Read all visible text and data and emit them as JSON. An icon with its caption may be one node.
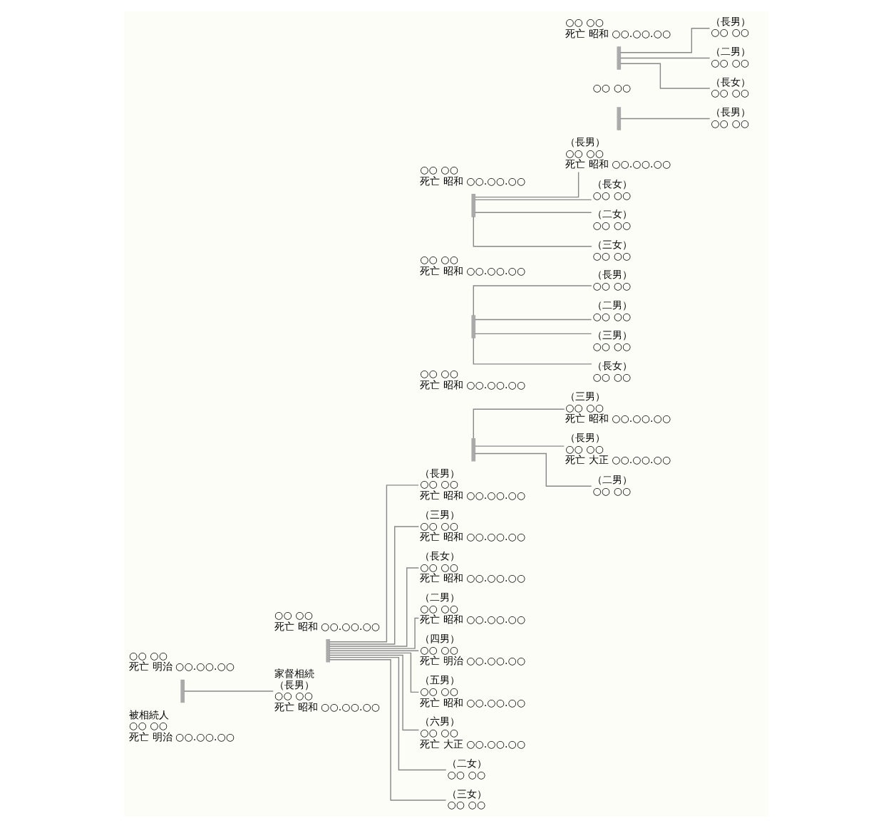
{
  "diagram": {
    "nodes": [
      {
        "text": [
          "被相続人",
          "○○ ○○",
          "死亡 明治 ○○.○○.○○"
        ]
      },
      {
        "text": [
          "○○ ○○",
          "死亡 明治 ○○.○○.○○"
        ]
      },
      {
        "text": [],
        "shape": "bar"
      },
      {
        "text": [
          "家督相続",
          "（長男）",
          "○○ ○○",
          "死亡 昭和 ○○.○○.○○"
        ]
      },
      {
        "text": [
          "○○ ○○",
          "死亡 昭和 ○○.○○.○○"
        ]
      },
      {
        "text": [],
        "shape": "bar"
      },
      {
        "text": [
          "（長男）",
          "○○ ○○",
          "死亡 昭和 ○○.○○.○○"
        ]
      },
      {
        "text": [
          "○○ ○○",
          "死亡 昭和 ○○.○○.○○"
        ]
      },
      {
        "text": [],
        "shape": "bar"
      },
      {
        "text": [
          "（二男）",
          "○○ ○○",
          "死亡 昭和 ○○.○○.○○"
        ]
      },
      {
        "text": [
          "（三男）",
          "○○ ○○",
          "死亡 昭和 ○○.○○.○○"
        ]
      },
      {
        "text": [
          "○○ ○○",
          "死亡 昭和 ○○.○○.○○"
        ]
      },
      {
        "text": [],
        "shape": "bar"
      },
      {
        "text": [
          "（四男）",
          "○○ ○○",
          "死亡 明治 ○○.○○.○○"
        ]
      },
      {
        "text": [
          "（五男）",
          "○○ ○○",
          "死亡 昭和 ○○.○○.○○"
        ]
      },
      {
        "text": [
          "（長女）",
          "○○ ○○",
          "死亡 昭和 ○○.○○.○○"
        ]
      },
      {
        "text": [
          "○○ ○○",
          "死亡 昭和 ○○.○○.○○"
        ]
      },
      {
        "text": [],
        "shape": "bar"
      },
      {
        "text": [
          "（六男）",
          "○○ ○○",
          "死亡 大正 ○○.○○.○○"
        ]
      },
      {
        "text": [
          "（二女）",
          "○○ ○○"
        ]
      },
      {
        "text": [
          "（三女）",
          "○○ ○○"
        ]
      },
      {
        "text": [
          "（長男）",
          "○○ ○○",
          "死亡 大正 ○○.○○.○○"
        ]
      },
      {
        "text": [
          "（二男）",
          "○○ ○○"
        ]
      },
      {
        "text": [
          "（三男）",
          "○○ ○○",
          "死亡 昭和 ○○.○○.○○"
        ]
      },
      {
        "text": [
          "○○ ○○"
        ]
      },
      {
        "text": [],
        "shape": "bar"
      },
      {
        "text": [
          "（長男）",
          "○○ ○○"
        ]
      },
      {
        "text": [
          "（長男）",
          "○○ ○○"
        ]
      },
      {
        "text": [
          "（二男）",
          "○○ ○○"
        ]
      },
      {
        "text": [
          "（三男）",
          "○○ ○○"
        ]
      },
      {
        "text": [
          "（長女）",
          "○○ ○○"
        ]
      },
      {
        "text": [
          "（長女）",
          "○○ ○○"
        ]
      },
      {
        "text": [
          "（長男）",
          "○○ ○○",
          "死亡 昭和 ○○.○○.○○"
        ]
      },
      {
        "text": [
          "○○ ○○",
          "死亡 昭和 ○○.○○.○○"
        ]
      },
      {
        "text": [],
        "shape": "bar"
      },
      {
        "text": [
          "（二女）",
          "○○ ○○"
        ]
      },
      {
        "text": [
          "（三女）",
          "○○ ○○"
        ]
      },
      {
        "text": [
          "（長男）",
          "○○ ○○"
        ]
      },
      {
        "text": [
          "（二男）",
          "○○ ○○"
        ]
      },
      {
        "text": [
          "（長女）",
          "○○ ○○"
        ]
      }
    ],
    "edges": [
      {
        "from": 2,
        "to": 3,
        "arrow": "none"
      },
      {
        "from": 5,
        "to": 6,
        "arrow": "none"
      },
      {
        "from": 5,
        "to": 9,
        "arrow": "none"
      },
      {
        "from": 5,
        "to": 10,
        "arrow": "none"
      },
      {
        "from": 5,
        "to": 13,
        "arrow": "none"
      },
      {
        "from": 5,
        "to": 14,
        "arrow": "none"
      },
      {
        "from": 5,
        "to": 15,
        "arrow": "none"
      },
      {
        "from": 5,
        "to": 18,
        "arrow": "none"
      },
      {
        "from": 5,
        "to": 19,
        "arrow": "none"
      },
      {
        "from": 5,
        "to": 20,
        "arrow": "none"
      },
      {
        "from": 8,
        "to": 21,
        "arrow": "none"
      },
      {
        "from": 8,
        "to": 22,
        "arrow": "none"
      },
      {
        "from": 8,
        "to": 23,
        "arrow": "none"
      },
      {
        "from": 25,
        "to": 26,
        "arrow": "none"
      },
      {
        "from": 12,
        "to": 27,
        "arrow": "none"
      },
      {
        "from": 12,
        "to": 28,
        "arrow": "none"
      },
      {
        "from": 12,
        "to": 29,
        "arrow": "none"
      },
      {
        "from": 12,
        "to": 30,
        "arrow": "none"
      },
      {
        "from": 17,
        "to": 31,
        "arrow": "none"
      },
      {
        "from": 17,
        "to": 32,
        "arrow": "none"
      },
      {
        "from": 17,
        "to": 35,
        "arrow": "none"
      },
      {
        "from": 17,
        "to": 36,
        "arrow": "none"
      },
      {
        "from": 34,
        "to": 37,
        "arrow": "none"
      },
      {
        "from": 34,
        "to": 38,
        "arrow": "none"
      },
      {
        "from": 34,
        "to": 39,
        "arrow": "none"
      }
    ]
  }
}
